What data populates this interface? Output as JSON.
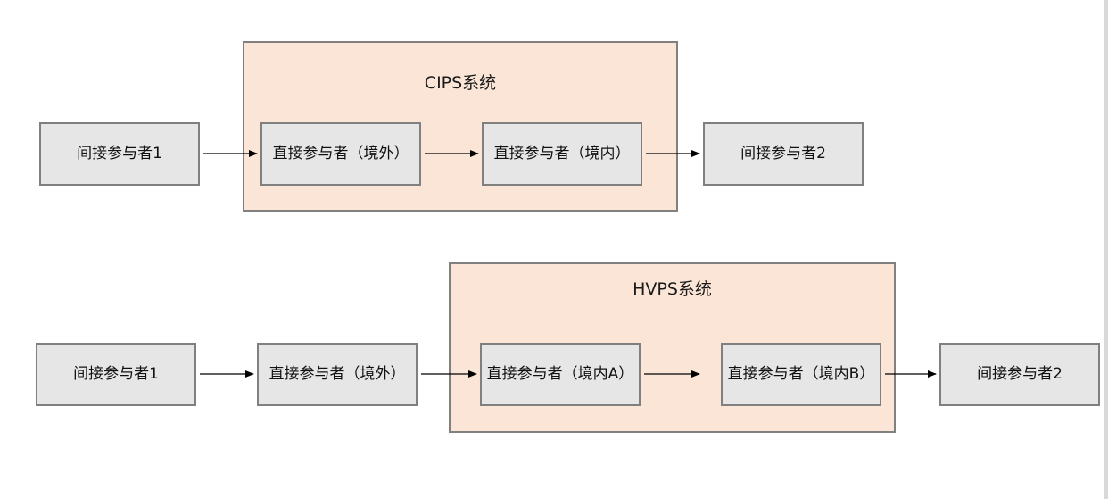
{
  "cips": {
    "title": "CIPS系统",
    "nodes": {
      "indirect_1": "间接参与者1",
      "direct_overseas": "直接参与者（境外）",
      "direct_domestic": "直接参与者（境内）",
      "indirect_2": "间接参与者2"
    }
  },
  "hvps": {
    "title": "HVPS系统",
    "nodes": {
      "indirect_1": "间接参与者1",
      "direct_overseas": "直接参与者（境外）",
      "direct_domestic_a": "直接参与者（境内A）",
      "direct_domestic_b": "直接参与者（境内B）",
      "indirect_2": "间接参与者2"
    }
  },
  "colors": {
    "system_fill": "#fbe5d6",
    "node_fill": "#e6e6e6",
    "border": "#808080",
    "arrow": "#000000"
  }
}
